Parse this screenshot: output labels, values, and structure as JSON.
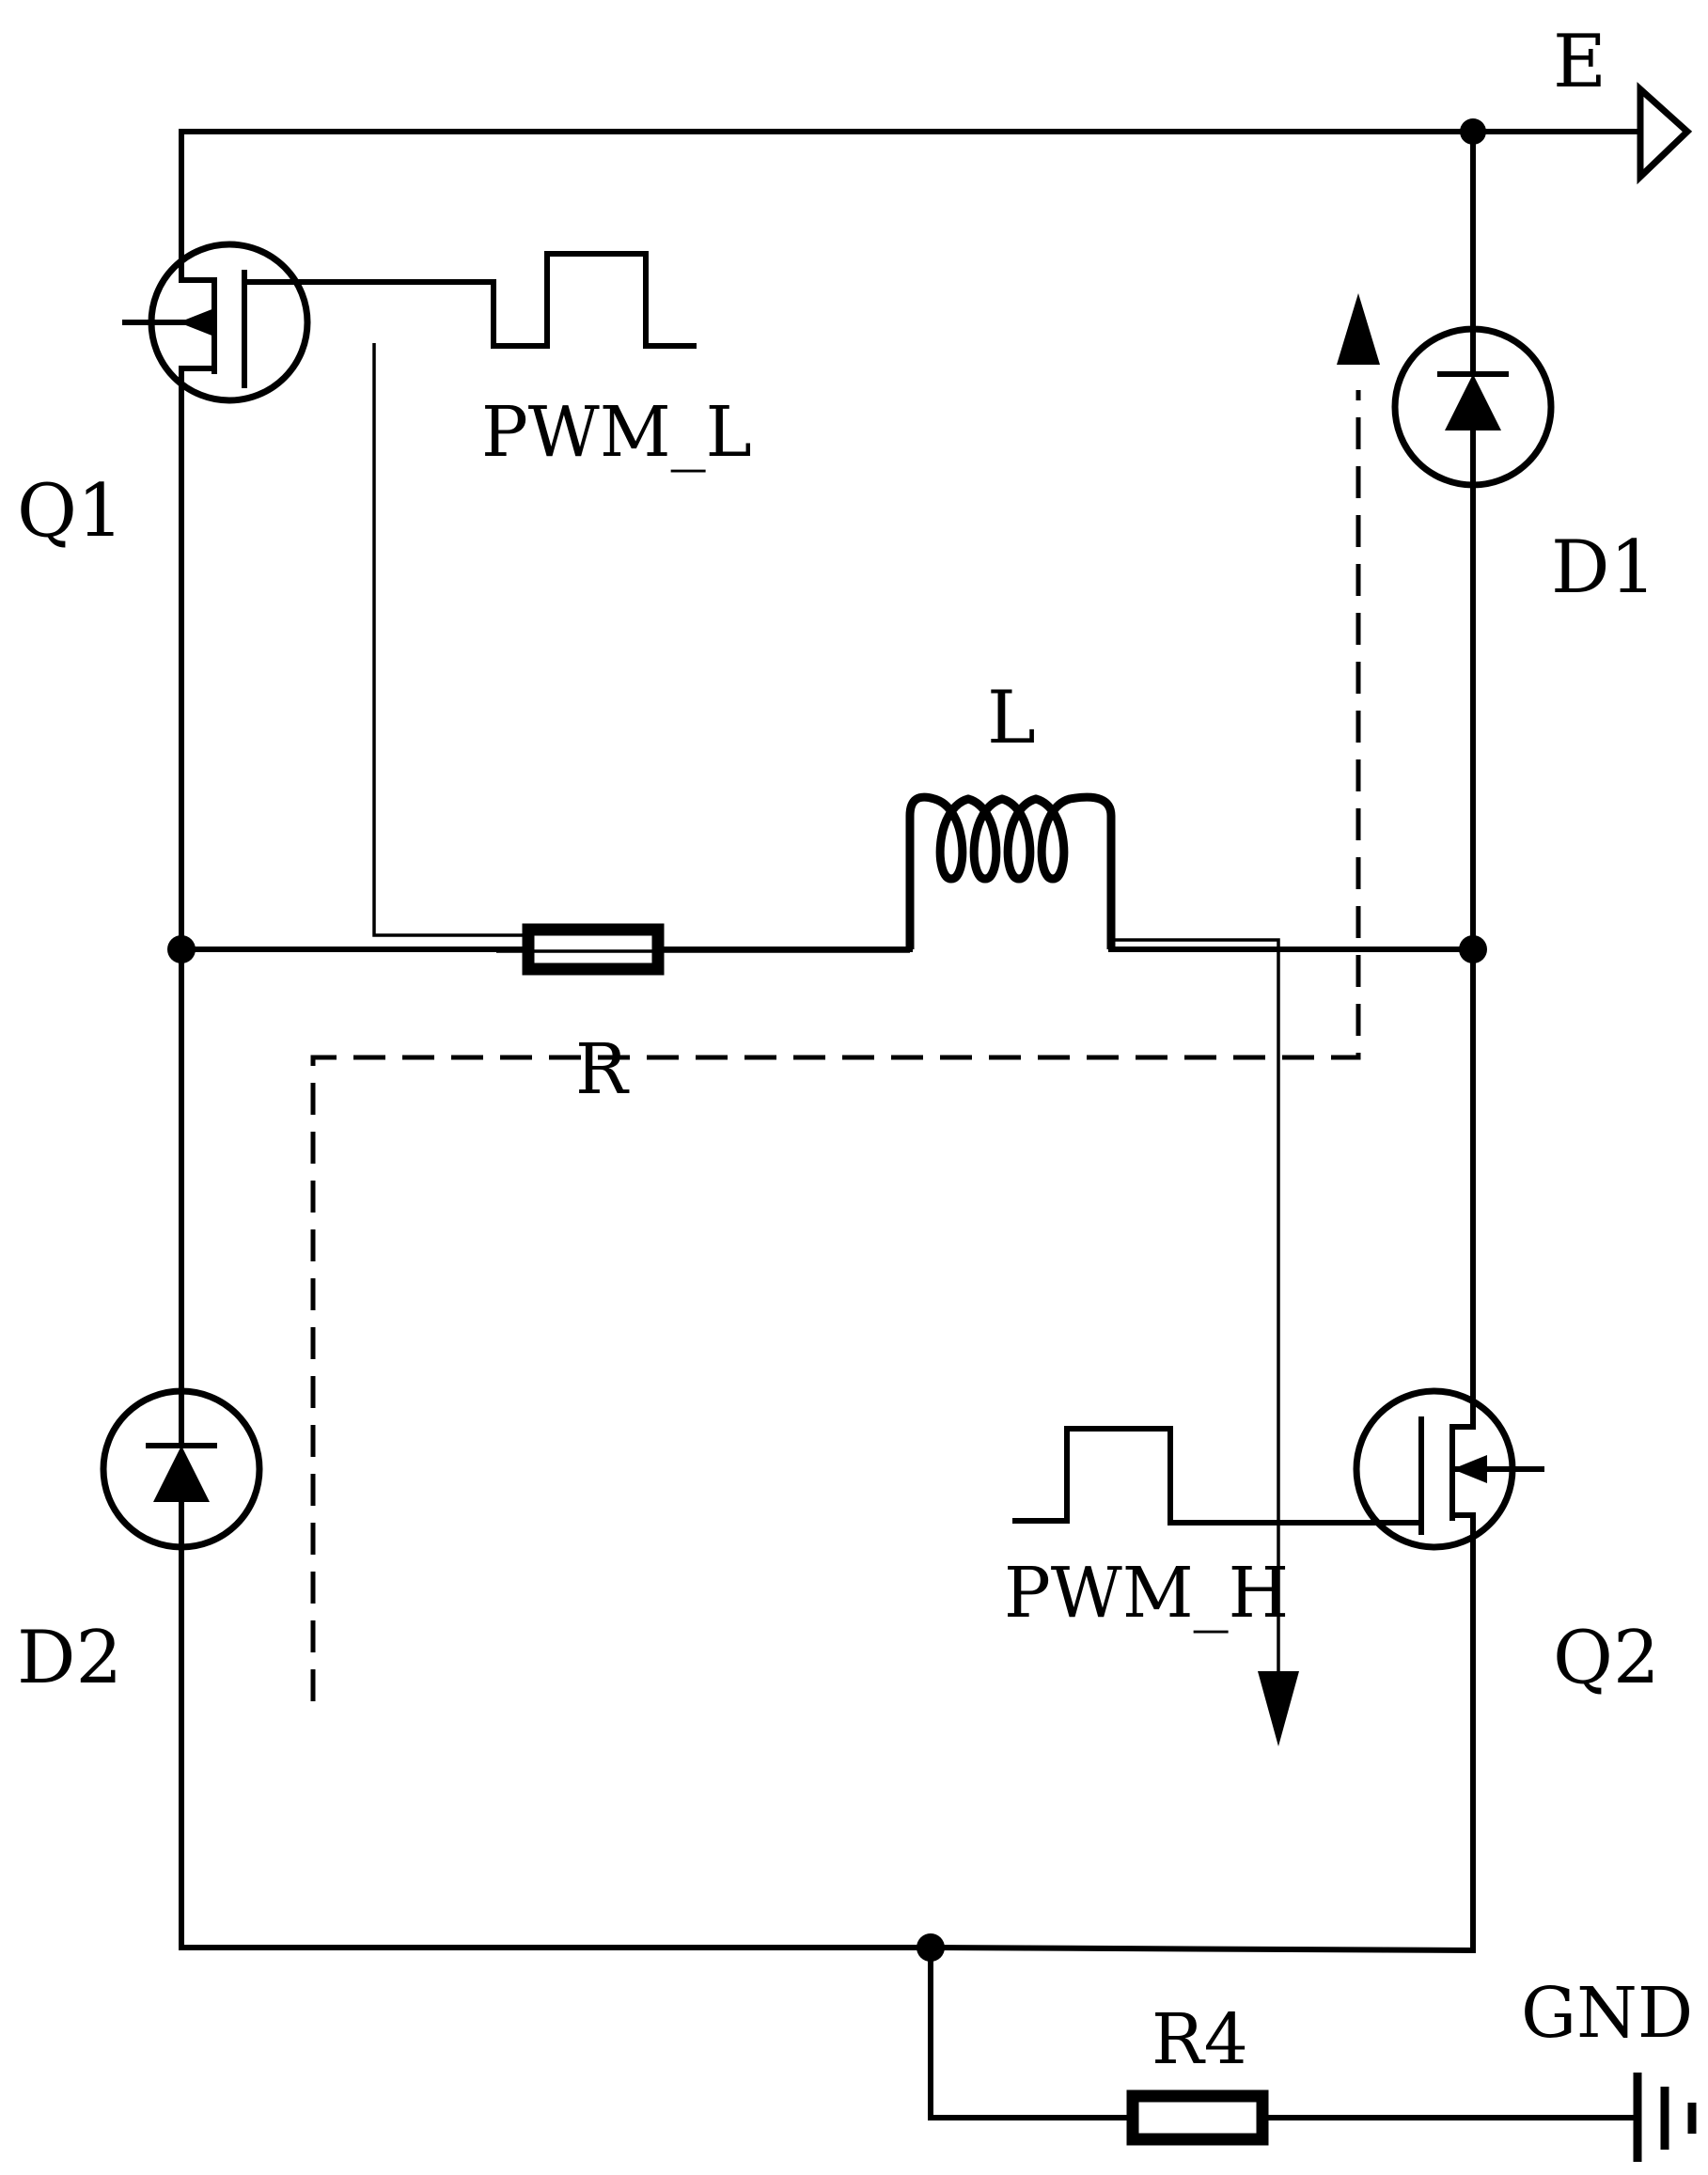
{
  "labels": {
    "output_node": "E",
    "q1": "Q1",
    "q2": "Q2",
    "d1": "D1",
    "d2": "D2",
    "inductor": "L",
    "resistor_r": "R",
    "resistor_r4": "R4",
    "ground": "GND",
    "pwm_low": "PWM_L",
    "pwm_high": "PWM_H"
  },
  "colors": {
    "line": "#000000",
    "background": "#ffffff"
  }
}
